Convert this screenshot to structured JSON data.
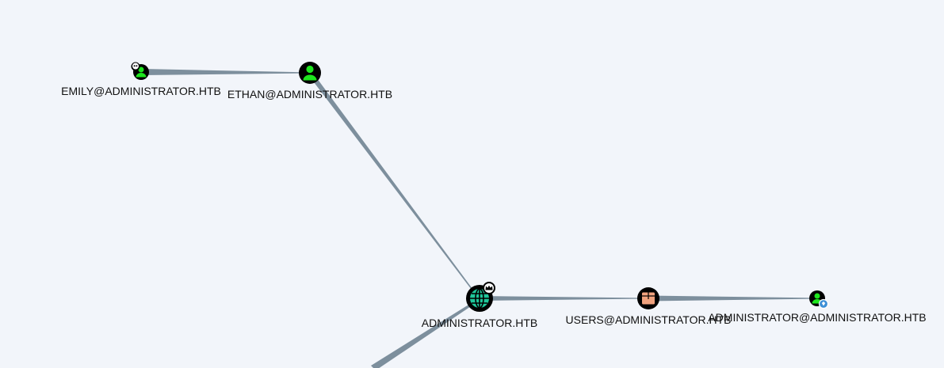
{
  "graph": {
    "background": "#f2f5fa",
    "edge_color": "#7d8f9d",
    "nodes": [
      {
        "id": "emily",
        "label": "EMILY@ADMINISTRATOR.HTB",
        "type": "user",
        "icon": "user-icon",
        "badge": "owned-skull-icon",
        "color": "#1ee61e"
      },
      {
        "id": "ethan",
        "label": "ETHAN@ADMINISTRATOR.HTB",
        "type": "user",
        "icon": "user-icon",
        "color": "#1ee61e"
      },
      {
        "id": "domain",
        "label": "ADMINISTRATOR.HTB",
        "type": "domain",
        "icon": "globe-icon",
        "badge": "crown-icon",
        "color": "#1fc79b"
      },
      {
        "id": "users",
        "label": "USERS@ADMINISTRATOR.HTB",
        "type": "group",
        "icon": "group-box-icon",
        "color": "#f0a27e"
      },
      {
        "id": "admin",
        "label": "ADMINISTRATOR@ADMINISTRATOR.HTB",
        "type": "user",
        "icon": "user-icon",
        "badge": "high-value-diamond-icon",
        "color": "#1ee61e"
      }
    ],
    "edges": [
      {
        "source": "emily",
        "target": "ethan"
      },
      {
        "source": "ethan",
        "target": "domain"
      },
      {
        "source": "domain",
        "target": "users"
      },
      {
        "source": "users",
        "target": "admin"
      },
      {
        "source": "domain",
        "target": "offscreen"
      }
    ]
  }
}
